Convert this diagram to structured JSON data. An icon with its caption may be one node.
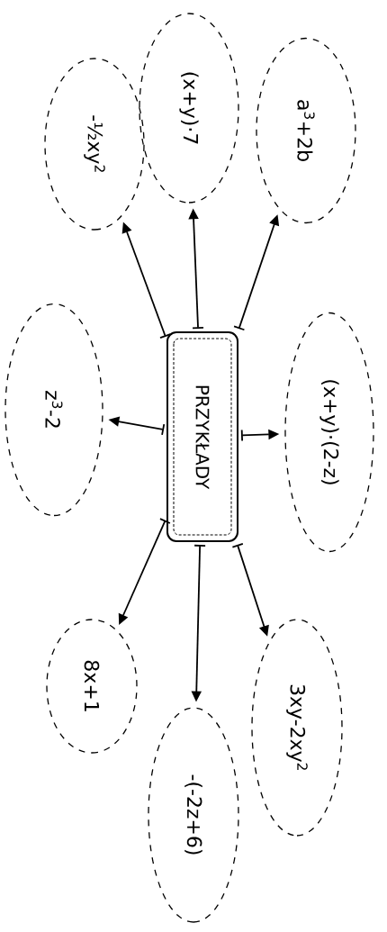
{
  "diagram": {
    "nodes": [
      {
        "text": [
          "PRZYKŁADY"
        ]
      },
      {
        "text": [
          "-½xy$^{2}$"
        ]
      },
      {
        "text": [
          "(x+y)·7"
        ]
      },
      {
        "text": [
          "a$^{3}$+2b"
        ]
      },
      {
        "text": [
          "z$^{3}$-2"
        ]
      },
      {
        "text": [
          "(x+y)·(2-z)"
        ]
      },
      {
        "text": [
          "8x+1"
        ]
      },
      {
        "text": [
          "3xy-2xy$^{2}$"
        ]
      },
      {
        "text": [
          "-(-2z+6)"
        ]
      }
    ],
    "edges": [
      {
        "from": 0,
        "to": 1,
        "arrow": "to"
      },
      {
        "from": 0,
        "to": 2,
        "arrow": "to"
      },
      {
        "from": 0,
        "to": 3,
        "arrow": "to"
      },
      {
        "from": 0,
        "to": 4,
        "arrow": "to"
      },
      {
        "from": 0,
        "to": 5,
        "arrow": "to"
      },
      {
        "from": 0,
        "to": 6,
        "arrow": "to"
      },
      {
        "from": 0,
        "to": 7,
        "arrow": "to"
      },
      {
        "from": 0,
        "to": 8,
        "arrow": "to"
      }
    ]
  }
}
